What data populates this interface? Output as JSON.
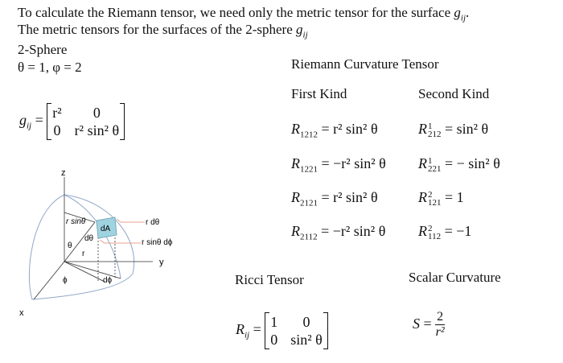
{
  "intro": {
    "line1": "To calculate the Riemann tensor, we need only the metric tensor for the surface",
    "line1_sym": "g",
    "line1_sub": "ij",
    "line2": "The metric tensors for the surfaces of the 2-sphere",
    "line2_sym": "g",
    "line2_sub": "ij"
  },
  "surface": {
    "name": "2-Sphere",
    "params": "θ = 1, φ = 2"
  },
  "metric": {
    "lhs": "g",
    "lhs_sub": "ij",
    "eq": "=",
    "cells": [
      "r²",
      "0",
      "0",
      "r² sin² θ"
    ]
  },
  "diagram": {
    "z": "z",
    "x": "x",
    "y": "y",
    "r_sin_theta": "r sinθ",
    "dA": "dA",
    "d_theta": "dθ",
    "theta": "θ",
    "r": "r",
    "phi": "ϕ",
    "d_phi": "dϕ",
    "r_dtheta": "r dθ",
    "r_sin_dphi": "r sinθ dϕ",
    "colors": {
      "sphere": "#8fa8c8",
      "patch": "#9fd3e0",
      "bracket": "#e8a090"
    }
  },
  "riemann": {
    "title": "Riemann Curvature Tensor",
    "first_kind": "First Kind",
    "second_kind": "Second Kind",
    "first": [
      {
        "sub": "1212",
        "rhs": "= r² sin² θ"
      },
      {
        "sub": "1221",
        "rhs": "= −r² sin² θ"
      },
      {
        "sub": "2121",
        "rhs": "= r² sin² θ"
      },
      {
        "sub": "2112",
        "rhs": "= −r² sin² θ"
      }
    ],
    "second": [
      {
        "sup": "1",
        "sub": "212",
        "rhs": "= sin² θ"
      },
      {
        "sup": "1",
        "sub": "221",
        "rhs": "= − sin² θ"
      },
      {
        "sup": "2",
        "sub": "121",
        "rhs": "= 1"
      },
      {
        "sup": "2",
        "sub": "112",
        "rhs": "= −1"
      }
    ]
  },
  "ricci": {
    "title": "Ricci Tensor",
    "lhs": "R",
    "lhs_sub": "ij",
    "eq": "=",
    "cells": [
      "1",
      "0",
      "0",
      "sin² θ"
    ]
  },
  "scalar": {
    "title": "Scalar Curvature",
    "lhs": "S",
    "eq": "=",
    "num": "2",
    "den": "r²"
  }
}
